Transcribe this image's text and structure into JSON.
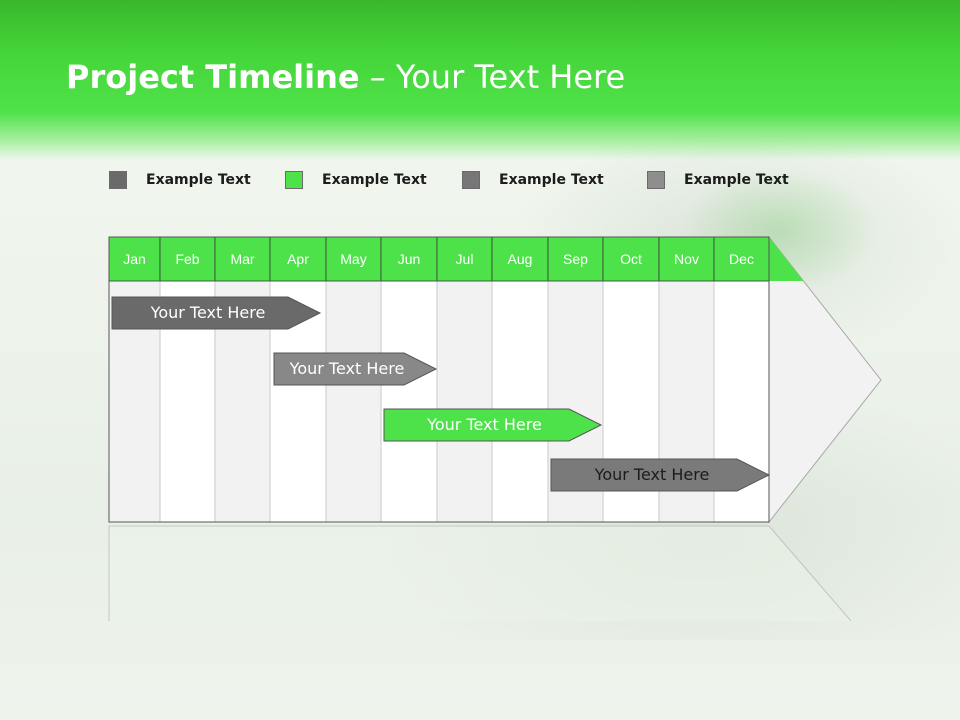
{
  "title": {
    "bold": "Project Timeline",
    "rest": " – Your Text Here"
  },
  "legend": [
    {
      "label": "Example Text",
      "color": "#6a6a6a"
    },
    {
      "label": "Example Text",
      "color": "#4ee24a"
    },
    {
      "label": "Example Text",
      "color": "#777777"
    },
    {
      "label": "Example Text",
      "color": "#8e8e8e"
    }
  ],
  "colors": {
    "header_green": "#45d63a",
    "month_band": "#4ee24a",
    "column_light": "#f2f2f2",
    "column_white": "#ffffff"
  },
  "chart_data": {
    "type": "gantt",
    "months": [
      "Jan",
      "Feb",
      "Mar",
      "Apr",
      "May",
      "Jun",
      "Jul",
      "Aug",
      "Sep",
      "Oct",
      "Nov",
      "Dec"
    ],
    "tasks": [
      {
        "label": "Your  Text Here",
        "start": "Jan",
        "end": "Apr",
        "color": "#6a6a6a"
      },
      {
        "label": "Your  Text Here",
        "start": "Apr",
        "end": "Jun",
        "color": "#888888"
      },
      {
        "label": "Your  Text Here",
        "start": "Jun",
        "end": "Sep",
        "color": "#4ee24a"
      },
      {
        "label": "Your  Text Here",
        "start": "Sep",
        "end": "Dec",
        "color": "#7a7a7a"
      }
    ]
  }
}
